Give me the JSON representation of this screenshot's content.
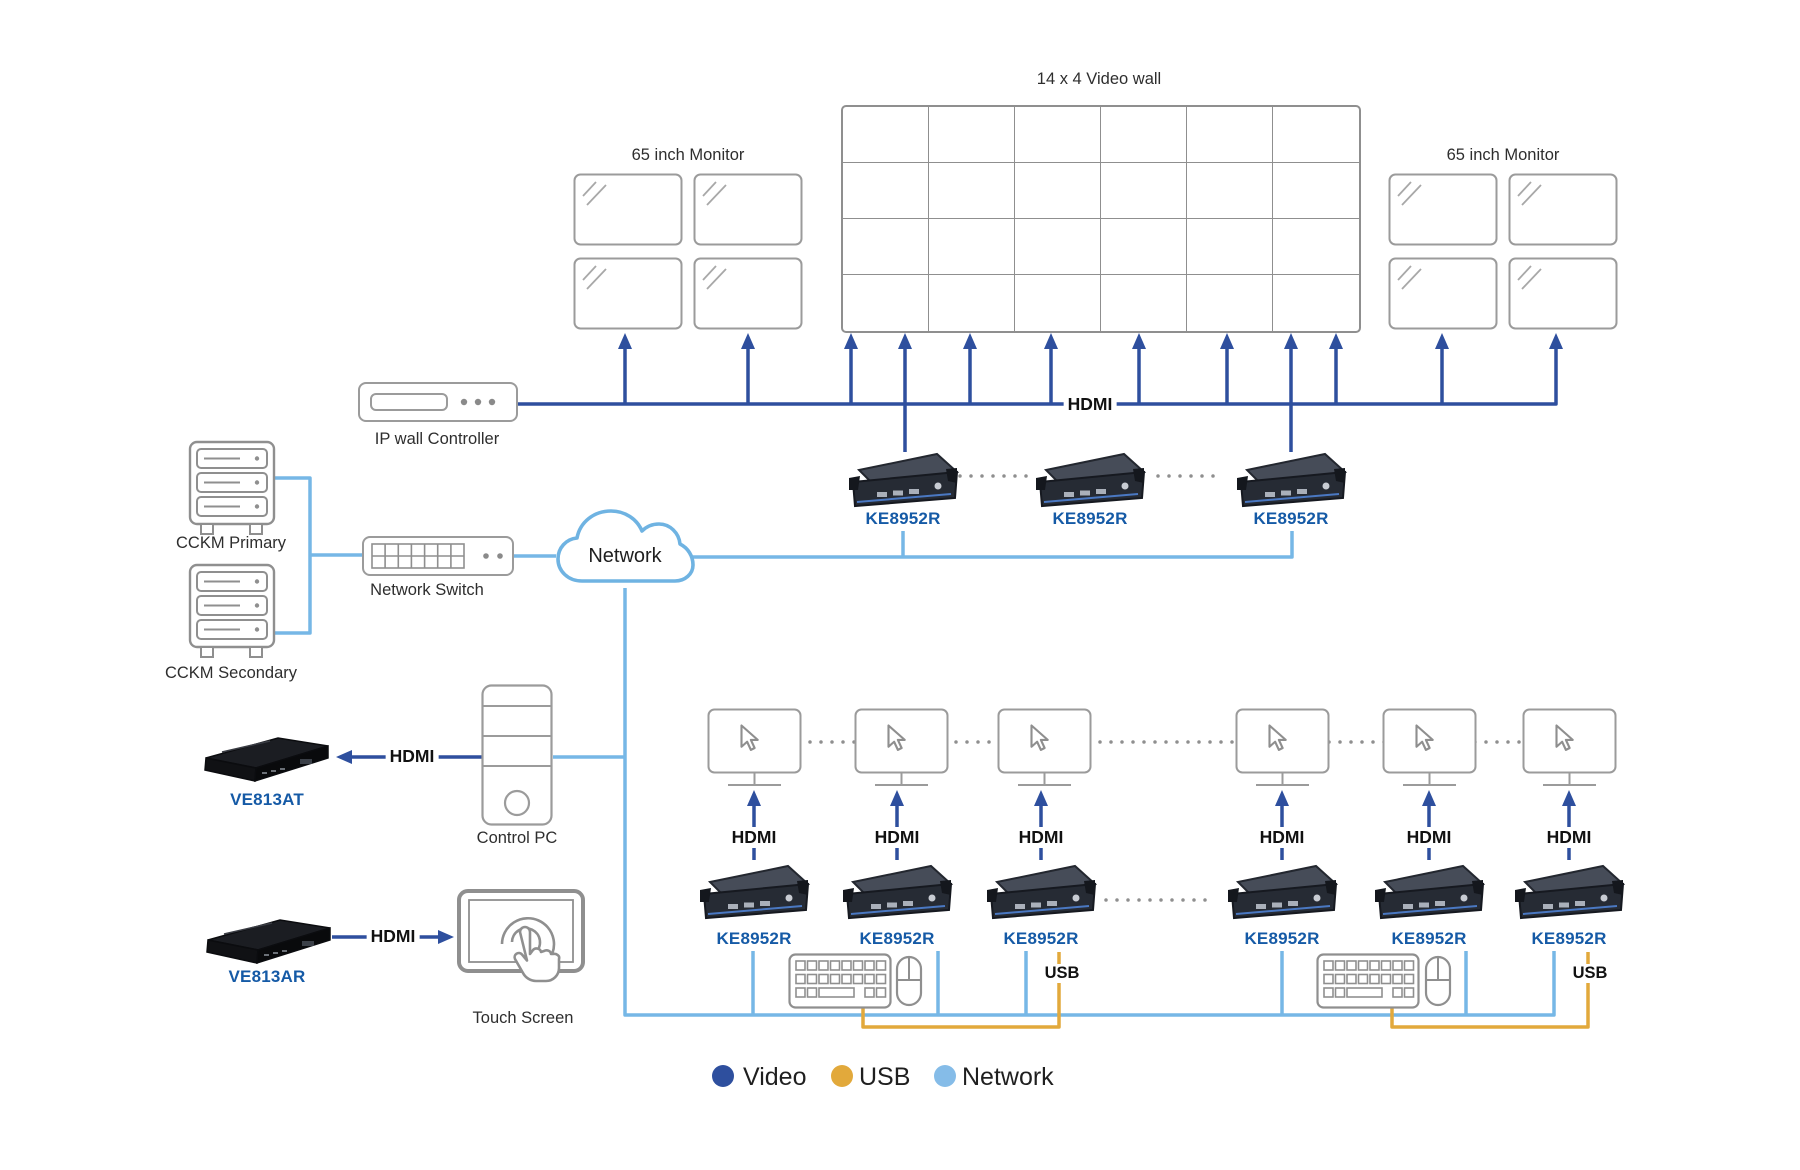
{
  "colors": {
    "video": "#2E4F9E",
    "usb": "#E2A93B",
    "network": "#76B7E6"
  },
  "video_wall": {
    "title": "14 x 4 Video wall",
    "cols": 6,
    "rows": 4
  },
  "monitor_groups": {
    "left_label": "65 inch Monitor",
    "right_label": "65 inch Monitor"
  },
  "nodes": {
    "ip_wall_controller": "IP wall Controller",
    "cckm_primary": "CCKM Primary",
    "cckm_secondary": "CCKM Secondary",
    "network_switch": "Network Switch",
    "network_cloud": "Network",
    "control_pc": "Control PC",
    "ve813at": "VE813AT",
    "ve813ar": "VE813AR",
    "touch_screen": "Touch Screen",
    "ke8952r": "KE8952R"
  },
  "connections": {
    "hdmi_label": "HDMI",
    "usb_label": "USB"
  },
  "legend": [
    {
      "label": "Video",
      "color": "#2E4F9E"
    },
    {
      "label": "USB",
      "color": "#E2A93B"
    },
    {
      "label": "Network",
      "color": "#85BCE8"
    }
  ]
}
